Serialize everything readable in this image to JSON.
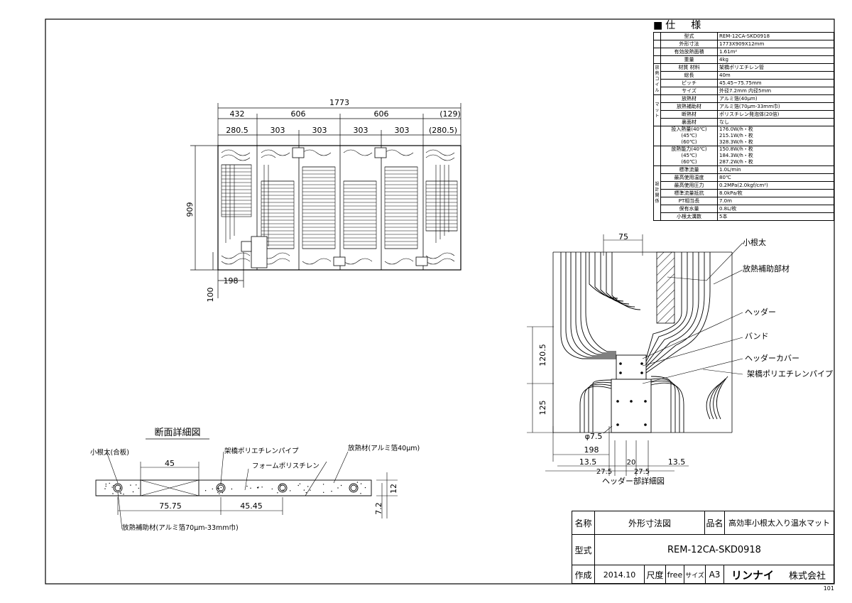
{
  "spec": {
    "heading": "■仕　様",
    "rows": [
      {
        "k": "型式",
        "v": "REM-12CA-SKD0918"
      },
      {
        "k": "外形寸法",
        "v": "1773X909X12mm"
      },
      {
        "k": "有効放熱面積",
        "v": "1.61m²"
      },
      {
        "k": "重量",
        "v": "4kg"
      },
      {
        "k": "材質 材料",
        "v": "架橋ポリエチレン管"
      },
      {
        "k": "総長",
        "v": "40m"
      },
      {
        "k": "ピッチ",
        "v": "45.45~75.75mm"
      },
      {
        "k": "サイズ",
        "v": "外径7.2mm 内径5mm"
      },
      {
        "k": "放熱材",
        "v": "アルミ箔(40μm)"
      },
      {
        "k": "放熱補助材",
        "v": "アルミ箔(70μm-33mm巾)"
      },
      {
        "k": "断熱材",
        "v": "ポリスチレン発泡体(20倍)"
      },
      {
        "k": "裏面材",
        "v": "なし"
      },
      {
        "k": "投入熱量(40℃)\n(45℃)\n(60℃)",
        "v": "176.0W/h・枚\n215.1W/h・枚\n328.3W/h・枚"
      },
      {
        "k": "放熱能力(40℃)\n(45℃)\n(60℃)",
        "v": "150.8W/h・枚\n184.3W/h・枚\n287.2W/h・枚"
      },
      {
        "k": "標準流量",
        "v": "1.0L/min"
      },
      {
        "k": "最高使用温度",
        "v": "80℃"
      },
      {
        "k": "最高使用圧力",
        "v": "0.2MPa(2.0kgf/cm²)"
      },
      {
        "k": "標準流量抵抗",
        "v": "8.0kPa/枚"
      },
      {
        "k": "PT相当長",
        "v": "7.0m"
      },
      {
        "k": "保有水量",
        "v": "0.8L/枚"
      },
      {
        "k": "小根太溝数",
        "v": "5本"
      }
    ],
    "groups": {
      "coil": "放熱コイル",
      "mat": "マット",
      "design": "設計関係"
    }
  },
  "plan": {
    "overall": "1773",
    "segments": [
      "432",
      "606",
      "606",
      "(129)"
    ],
    "subsegments": [
      "280.5",
      "303",
      "303",
      "303",
      "303",
      "(280.5)"
    ],
    "height": "909",
    "offset_x": "198",
    "offset_y": "100"
  },
  "header_detail": {
    "caption": "ヘッダー部詳細図",
    "dims": {
      "top": "75",
      "h1": "120.5",
      "h2": "125",
      "phi": "φ7.5",
      "w": "198",
      "a": "13.5",
      "b": "27.5",
      "c": "20",
      "d": "27.5",
      "e": "13.5"
    },
    "labels": [
      "小根太",
      "放熱補助部材",
      "ヘッダー",
      "バンド",
      "ヘッダーカバー",
      "架橋ポリエチレンパイプ"
    ]
  },
  "section": {
    "caption": "断面詳細図",
    "labels": {
      "joist": "小根太(合板)",
      "pipe": "架橋ポリエチレンパイプ",
      "radiator": "放熱材(アルミ箔40μm)",
      "foam": "フォームポリスチレン",
      "aux": "放熱補助材(アルミ箔70μm-33mm巾)"
    },
    "dims": {
      "w45": "45",
      "p1": "75.75",
      "p2": "45.45",
      "t12": "12",
      "t72": "7.2"
    }
  },
  "titleblock": {
    "name_label": "名称",
    "name": "外形寸法図",
    "product_label": "品名",
    "product": "高効率小根太入り温水マット",
    "model_label": "型式",
    "model": "REM-12CA-SKD0918",
    "made_label": "作成",
    "date": "2014.10",
    "scale_label": "尺度",
    "scale": "free",
    "size_label": "サイズ",
    "size": "A3",
    "company_logo": "リンナイ",
    "company": "株式会社",
    "sheet": "101"
  }
}
